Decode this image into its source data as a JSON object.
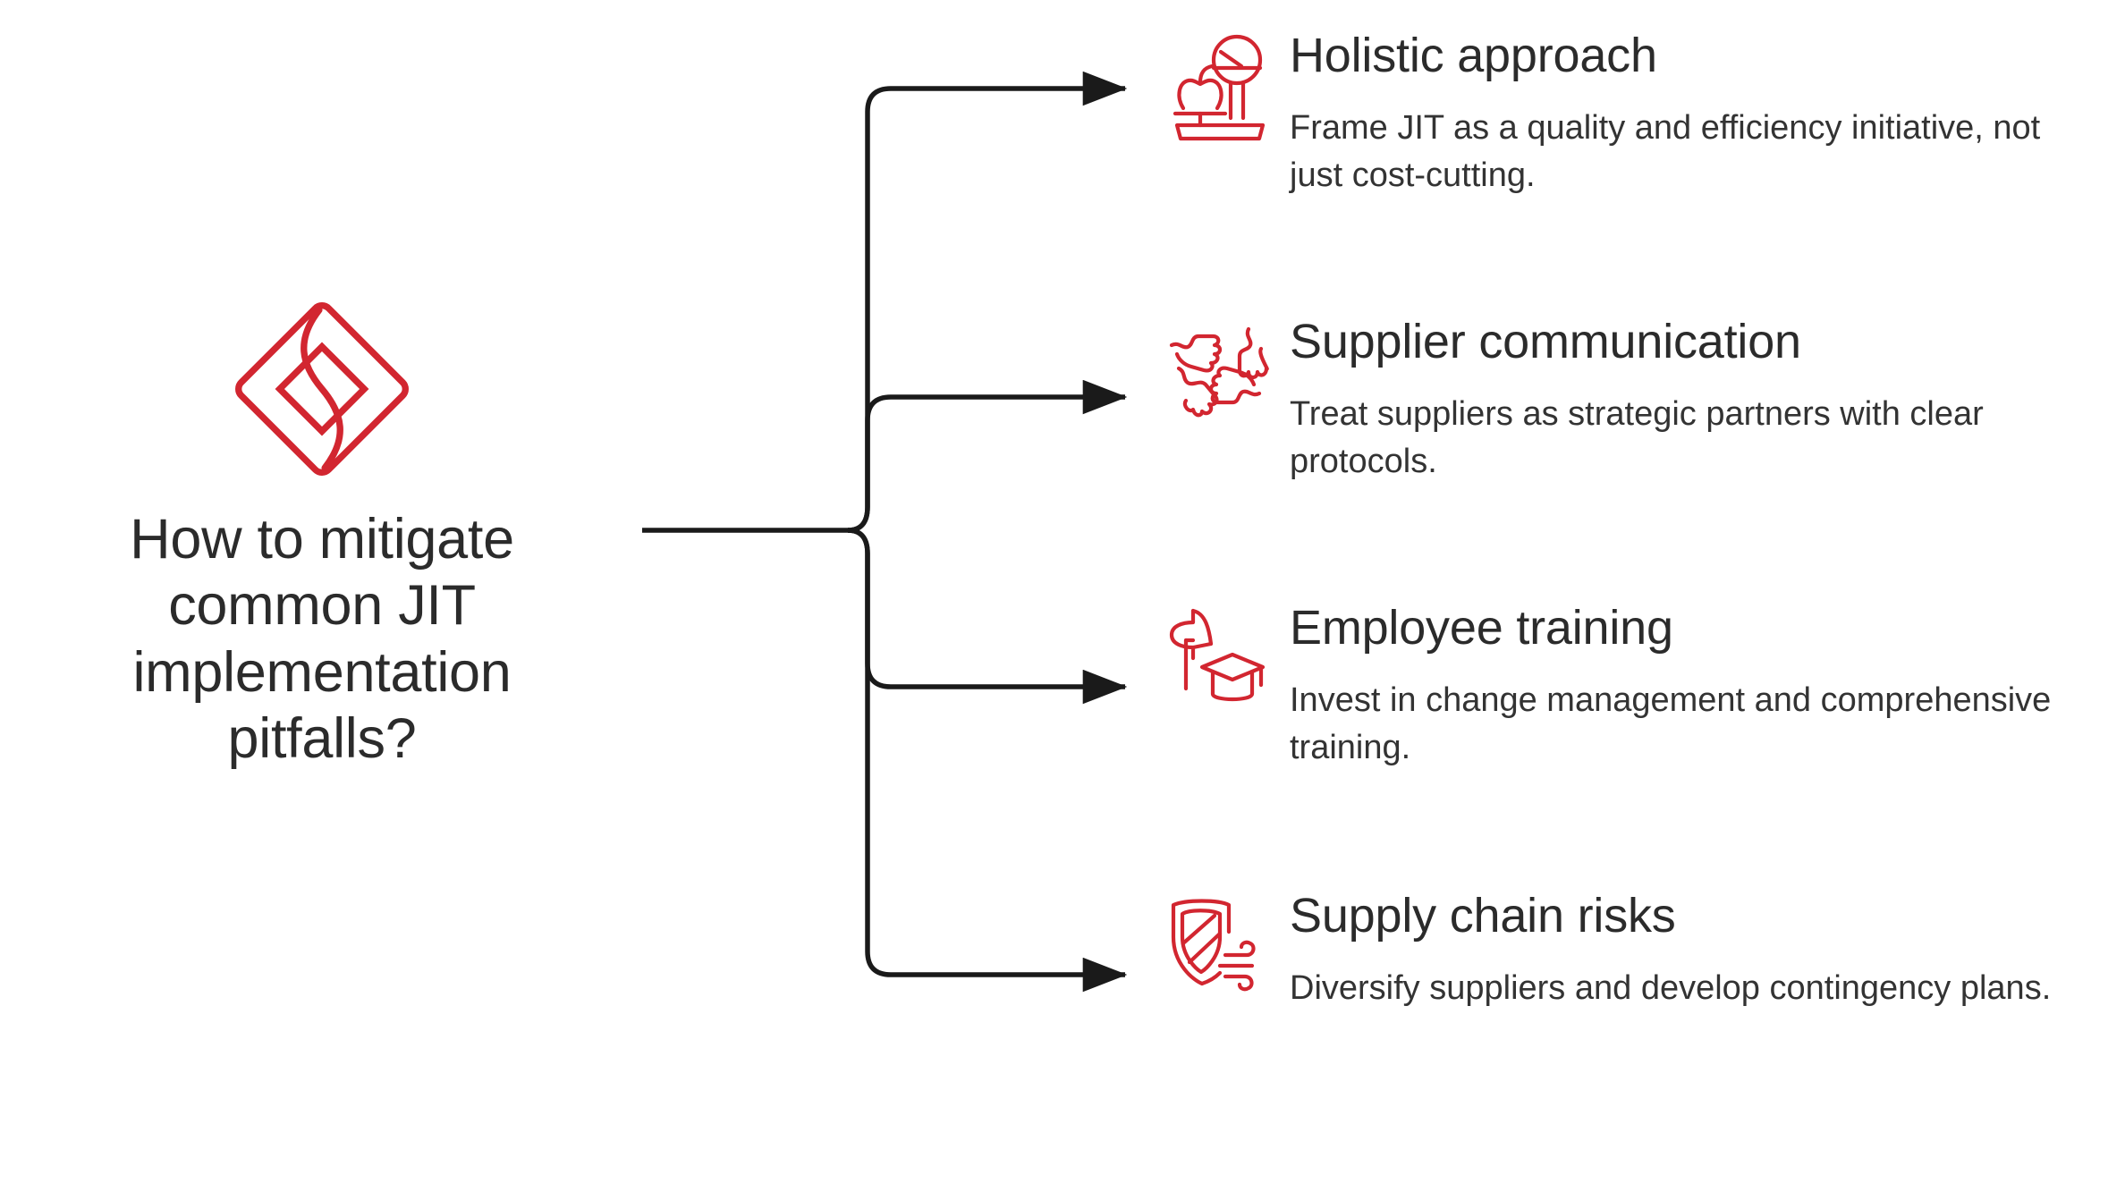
{
  "theme": {
    "background": "#ffffff",
    "accent_red": "#d22630",
    "text_dark": "#2b2b2b",
    "text_body": "#333333",
    "connector_color": "#1a1a1a"
  },
  "logo": {
    "name": "diamond-s-logo",
    "color": "#d22630"
  },
  "root": {
    "question": "How to mitigate common JIT implementation pitfalls?"
  },
  "branches": [
    {
      "icon_name": "weighing-scale-apple-icon",
      "title": "Holistic approach",
      "description": "Frame JIT as a quality and efficiency initiative, not just cost-cutting."
    },
    {
      "icon_name": "hands-collaboration-icon",
      "title": "Supplier communication",
      "description": "Treat suppliers as strategic partners with clear protocols."
    },
    {
      "icon_name": "flag-graduation-cap-icon",
      "title": "Employee training",
      "description": "Invest in change management and comprehensive training."
    },
    {
      "icon_name": "shield-wind-icon",
      "title": "Supply chain risks",
      "description": "Diversify suppliers and develop contingency plans."
    }
  ]
}
